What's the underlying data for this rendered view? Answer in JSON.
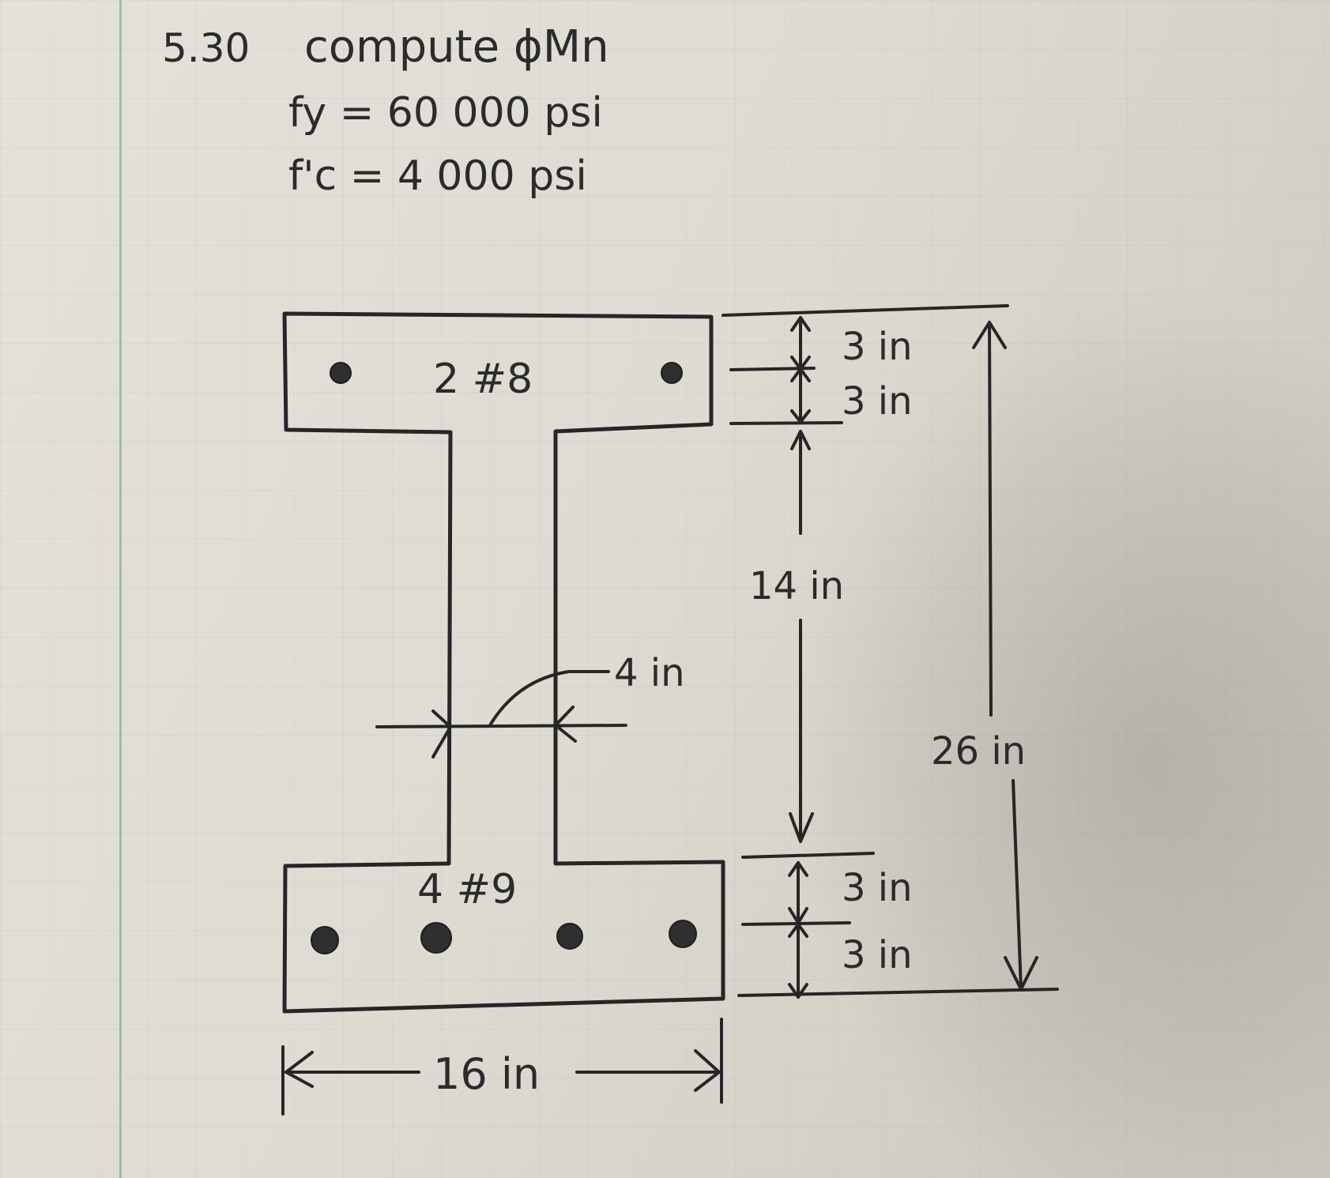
{
  "problem": {
    "number": "5.30",
    "title": "compute ϕMn",
    "fy": "fy = 60 000 psi",
    "fc": "f'c = 4 000 psi"
  },
  "section": {
    "top_bars_label": "2 #8",
    "bottom_bars_label": "4 #9",
    "web_width_label": "4 in",
    "overall_width_label": "16 in"
  },
  "dimensions": {
    "top_flange_upper": "3 in",
    "top_flange_lower": "3 in",
    "web_height": "14 in",
    "bottom_flange_upper": "3 in",
    "bottom_flange_lower": "3 in",
    "total_height": "26 in"
  }
}
